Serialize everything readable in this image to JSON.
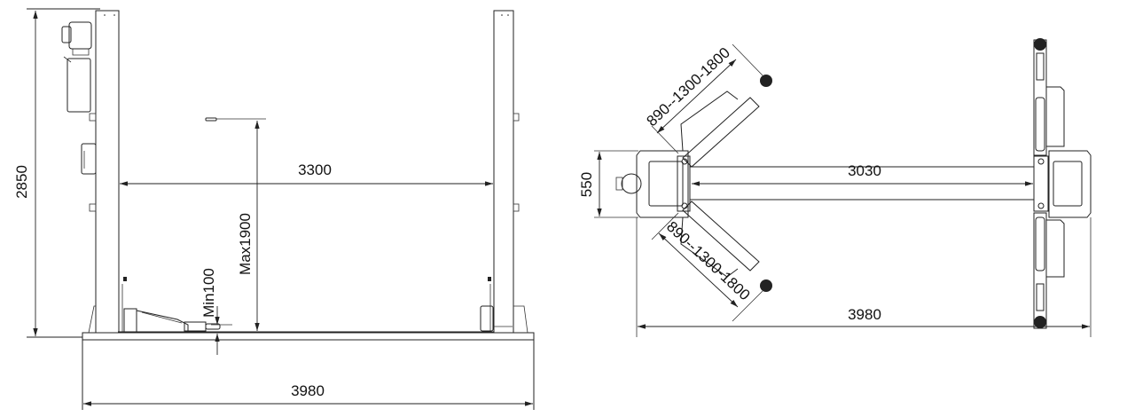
{
  "front_view": {
    "height_label": "2850",
    "column_spacing_label": "3300",
    "max_lift_label": "Max1900",
    "min_height_label": "Min100",
    "overall_width_label": "3980"
  },
  "top_view": {
    "base_depth_label": "550",
    "inner_width_label": "3030",
    "overall_width_label": "3980",
    "arm_upper_label": "890--1300-1800",
    "arm_lower_label": "890--1300-1800"
  }
}
